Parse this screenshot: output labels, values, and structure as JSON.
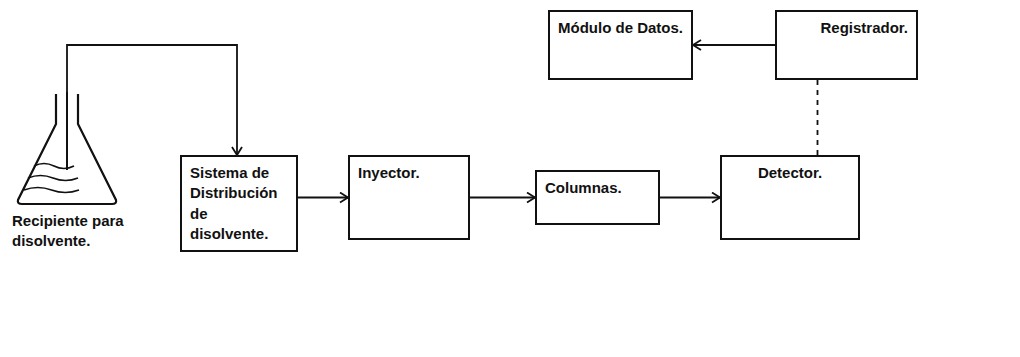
{
  "diagram": {
    "nodes": [
      {
        "text": [
          "Módulo de Datos."
        ]
      },
      {
        "text": [
          "Registrador."
        ]
      },
      {
        "text": [
          "Recipiente para disolvente."
        ]
      },
      {
        "text": [
          "Sistema de Distribución de disolvente."
        ]
      },
      {
        "text": [
          "Inyector."
        ]
      },
      {
        "text": [
          "Columnas."
        ]
      },
      {
        "text": [
          "Detector."
        ]
      }
    ],
    "edges": [
      {
        "from": 1,
        "to": 0,
        "arrow": "to"
      },
      {
        "from": 2,
        "to": 3,
        "arrow": "to"
      },
      {
        "from": 3,
        "to": 4,
        "arrow": "to"
      },
      {
        "from": 4,
        "to": 5,
        "arrow": "to"
      },
      {
        "from": 5,
        "to": 6,
        "arrow": "to"
      },
      {
        "from": 6,
        "to": 1,
        "arrow": "none"
      }
    ]
  }
}
